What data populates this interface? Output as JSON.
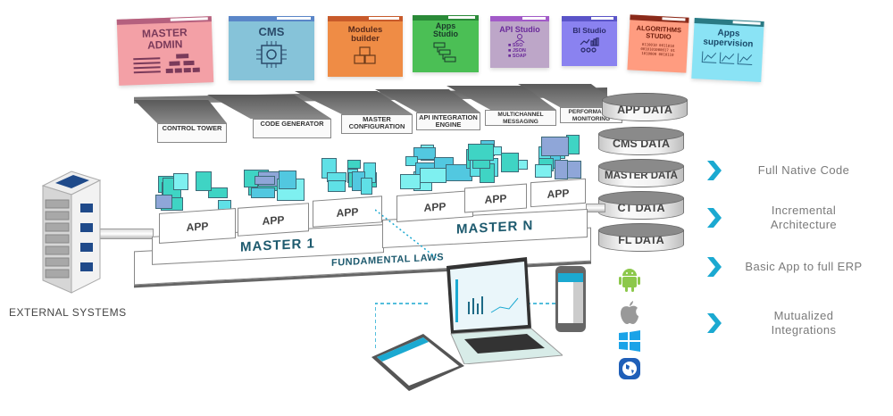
{
  "modules": [
    {
      "label": "MASTER ADMIN",
      "color": "#f3a0a6",
      "bar": "#b5607e",
      "icon": "org-chart-icon"
    },
    {
      "label": "CMS",
      "color": "#86c3d9",
      "bar": "#5a86c8",
      "icon": "chip-gear-icon"
    },
    {
      "label": "Modules builder",
      "color": "#ef8c45",
      "bar": "#c85a2a",
      "icon": "cubes-icon"
    },
    {
      "label": "Apps Studio",
      "color": "#4bbf55",
      "bar": "#2a8a38",
      "icon": "flow-icon"
    },
    {
      "label": "API Studio",
      "color": "#bda6c8",
      "bar": "#a25ac8",
      "icon": "user-api-icon",
      "sub": [
        "SSO",
        "JSON",
        "SOAP"
      ]
    },
    {
      "label": "BI Studio",
      "color": "#8a82f0",
      "bar": "#5a54c8",
      "icon": "analytics-icon"
    },
    {
      "label": "ALGORITHMS STUDIO",
      "color": "#ff9c80",
      "bar": "#8a2a1a",
      "icon": "binary-icon"
    },
    {
      "label": "Apps supervision",
      "color": "#8ae3f5",
      "bar": "#2a7a84",
      "icon": "charts-icon"
    }
  ],
  "tools": [
    "CONTROL TOWER",
    "CODE GENERATOR",
    "MASTER CONFIGURATION",
    "API INTEGRATION ENGINE",
    "MULTICHANNEL MESSAGING",
    "PERFORMANCE MONITORING"
  ],
  "data_stores": [
    "APP DATA",
    "CMS DATA",
    "MASTER DATA",
    "CT DATA",
    "FL DATA"
  ],
  "platform": {
    "app_label": "APP",
    "master1": "MASTER 1",
    "masterN": "MASTER N",
    "foundation": "FUNDAMENTAL LAWS"
  },
  "external": "EXTERNAL SYSTEMS",
  "features": [
    "Full Native Code",
    "Incremental Architecture",
    "Basic App to full ERP",
    "Mutualized Integrations"
  ],
  "platforms_icons": [
    "android-icon",
    "apple-icon",
    "windows-icon",
    "web-globe-icon"
  ],
  "accent": "#1ba9d1"
}
